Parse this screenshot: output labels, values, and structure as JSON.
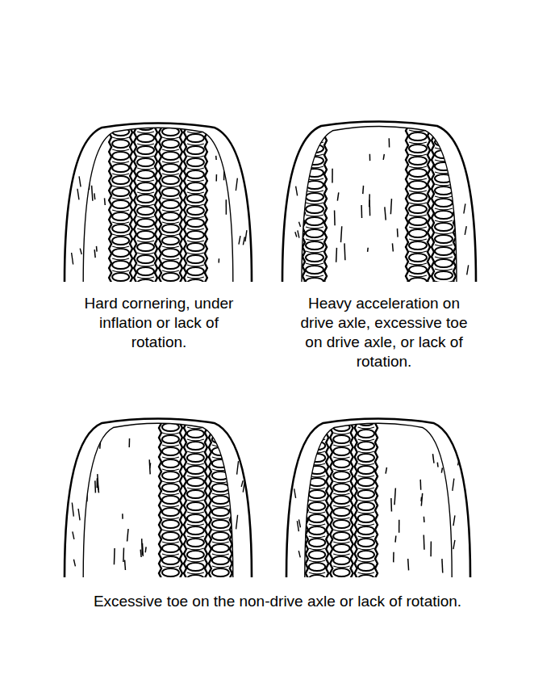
{
  "diagram": {
    "labels": [
      "Hard cornering, under inflation or lack of rotation.",
      "Heavy acceleration on drive axle, excessive toe on drive axle, or lack of rotation.",
      "Excessive toe on the non-drive axle or lack of rotation."
    ]
  }
}
